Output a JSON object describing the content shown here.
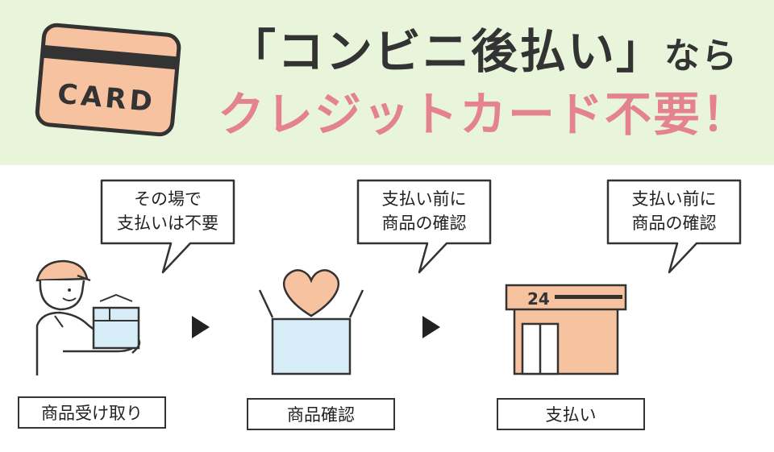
{
  "banner": {
    "card_text": "CARD",
    "headline_line1_main": "「コンビニ後払い」",
    "headline_line1_suffix": "なら",
    "headline_line2": "クレジットカード不要！"
  },
  "steps": [
    {
      "bubble": "その場で\n支払いは不要",
      "label": "商品受け取り"
    },
    {
      "bubble": "支払い前に\n商品の確認",
      "label": "商品確認"
    },
    {
      "bubble": "支払い前に\n商品の確認",
      "label": "支払い"
    }
  ],
  "store_sign": "24",
  "colors": {
    "banner_bg": "#e8f5da",
    "accent_pink": "#e48290",
    "card_fill": "#f7c2a0",
    "store_fill": "#f7c2a0",
    "box_fill": "#d6ecf7"
  },
  "icons": [
    "credit-card-icon",
    "delivery-person-icon",
    "open-box-heart-icon",
    "convenience-store-icon",
    "arrow-right-icon"
  ]
}
